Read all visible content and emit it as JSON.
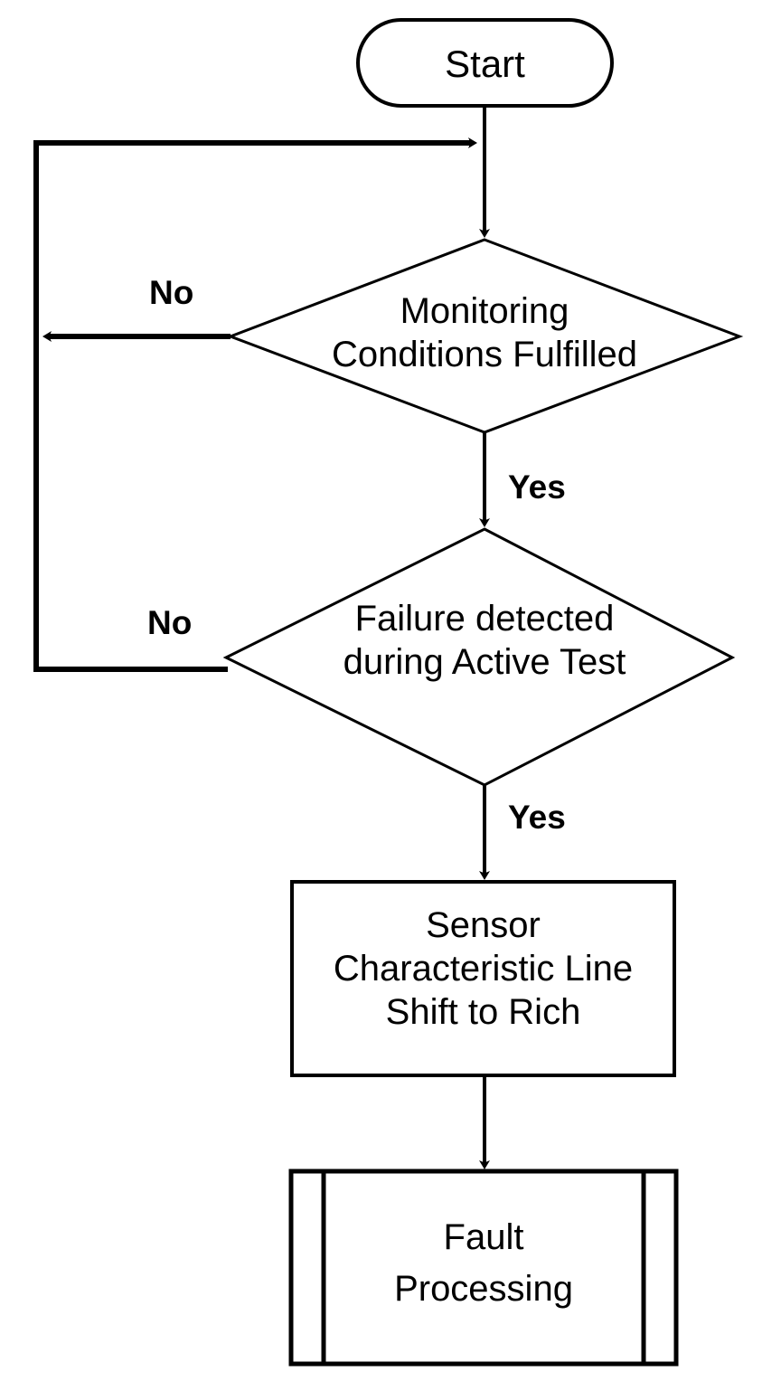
{
  "diagram": {
    "type": "flowchart",
    "title": "",
    "background_color": "#ffffff",
    "stroke_color": "#000000",
    "text_color": "#000000",
    "nodes": [
      {
        "id": "start",
        "shape": "stadium",
        "label": "Start",
        "icon": "terminator-shape"
      },
      {
        "id": "monitoring-conditions",
        "shape": "diamond",
        "label_line1": "Monitoring",
        "label_line2": "Conditions Fulfilled",
        "icon": "decision-shape"
      },
      {
        "id": "failure-detected",
        "shape": "diamond",
        "label_line1": "Failure detected",
        "label_line2": "during Active Test",
        "icon": "decision-shape"
      },
      {
        "id": "sensor-shift",
        "shape": "rectangle",
        "label_line1": "Sensor",
        "label_line2": "Characteristic Line",
        "label_line3": "Shift to Rich",
        "icon": "process-shape"
      },
      {
        "id": "fault-processing",
        "shape": "predefined-process",
        "label_line1": "Fault",
        "label_line2": "Processing",
        "icon": "subroutine-shape"
      }
    ],
    "edges": [
      {
        "id": "start-to-monitoring",
        "from": "start",
        "to": "monitoring-conditions",
        "label": ""
      },
      {
        "id": "monitoring-no",
        "from": "monitoring-conditions",
        "to": "start-to-monitoring",
        "label": "No"
      },
      {
        "id": "monitoring-yes",
        "from": "monitoring-conditions",
        "to": "failure-detected",
        "label": "Yes"
      },
      {
        "id": "failure-no",
        "from": "failure-detected",
        "to": "start-to-monitoring",
        "label": "No"
      },
      {
        "id": "failure-yes",
        "from": "failure-detected",
        "to": "sensor-shift",
        "label": "Yes"
      },
      {
        "id": "sensor-to-fault",
        "from": "sensor-shift",
        "to": "fault-processing",
        "label": ""
      }
    ]
  }
}
